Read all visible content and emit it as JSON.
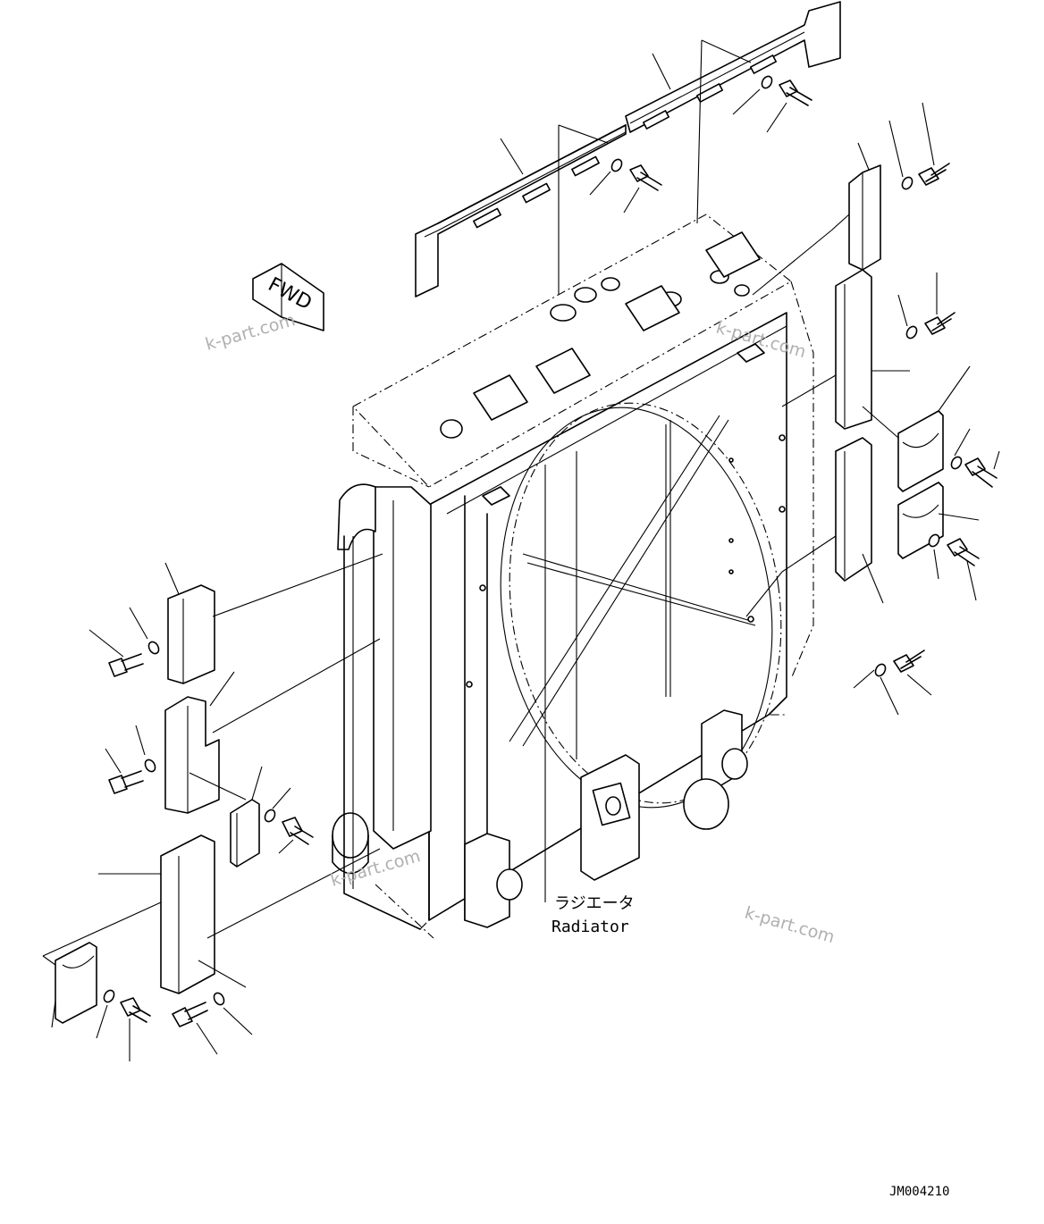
{
  "labels": {
    "fwd": "FWD",
    "name_jp": "ラジエータ",
    "name_en": "Radiator",
    "drawing_code": "JM004210"
  },
  "watermarks": [
    "k-part.com",
    "k-part.com",
    "k-part.com",
    "k-part.com"
  ]
}
